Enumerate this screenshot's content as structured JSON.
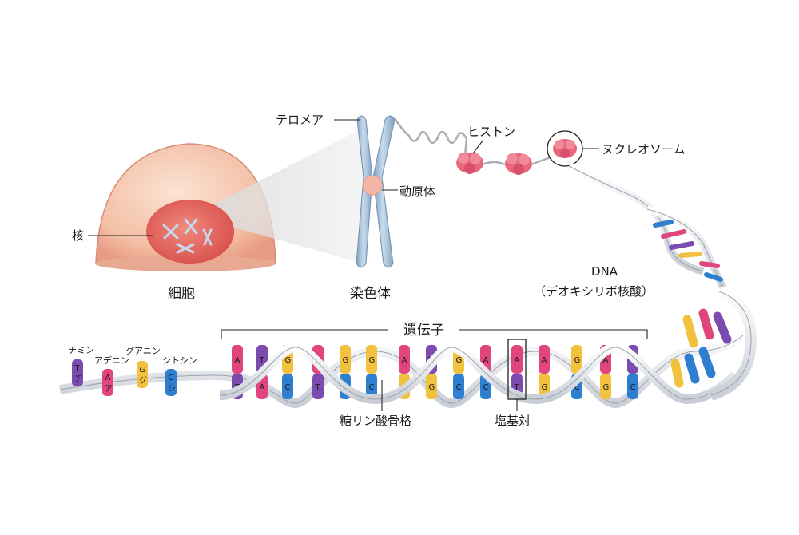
{
  "labels": {
    "cell": "細胞",
    "nucleus": "核",
    "telomere": "テロメア",
    "centromere": "動原体",
    "chromosome": "染色体",
    "histone": "ヒストン",
    "nucleosome": "ヌクレオソーム",
    "dna_title": "DNA",
    "dna_subtitle": "（デオキシリボ核酸）",
    "gene": "遺伝子",
    "backbone": "糖リン酸骨格",
    "base_pair": "塩基対"
  },
  "bases": {
    "thymine": {
      "name": "チミン",
      "letter": "T",
      "kana": "チ",
      "color": "#7b4bb0"
    },
    "adenine": {
      "name": "アデニン",
      "letter": "A",
      "kana": "ア",
      "color": "#e0457d"
    },
    "guanine": {
      "name": "グアニン",
      "letter": "G",
      "kana": "グ",
      "color": "#f2c23f"
    },
    "cytosine": {
      "name": "シトシン",
      "letter": "C",
      "kana": "シ",
      "color": "#2f7fd1"
    }
  },
  "colors": {
    "cell_body": "#f6c9b0",
    "nucleus": "#e6655f",
    "chromosome": "#a9c3dc",
    "histone": "#e9677c",
    "backbone": "#eef0f4"
  }
}
